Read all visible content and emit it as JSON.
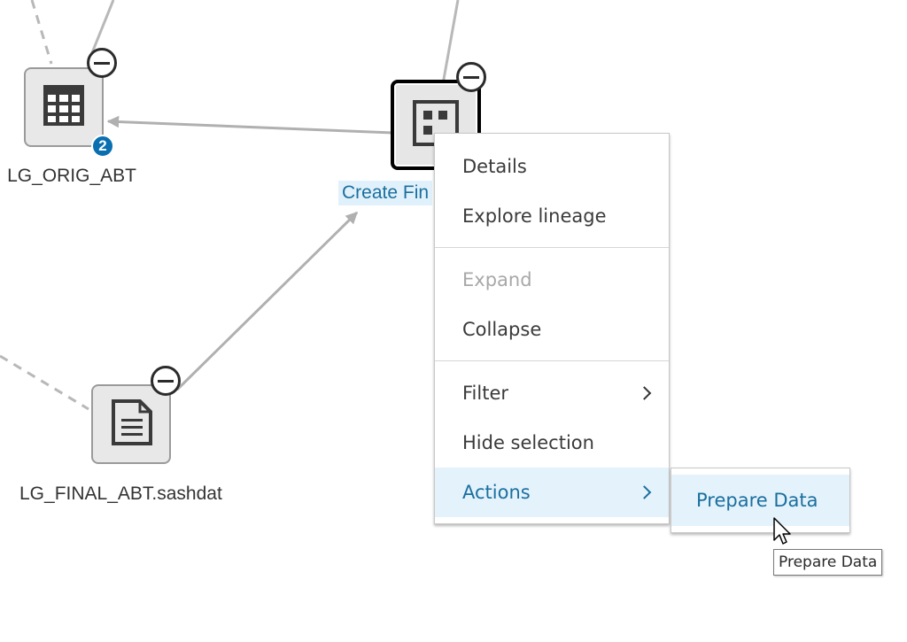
{
  "graph": {
    "nodes": {
      "orig_abt": {
        "label": "LG_ORIG_ABT",
        "icon": "table-icon",
        "badge": "2"
      },
      "create_final": {
        "label": "Create Fin",
        "icon": "job-icon",
        "selected": true
      },
      "final_sashdat": {
        "label": "LG_FINAL_ABT.sashdat",
        "icon": "document-icon"
      }
    }
  },
  "context_menu": {
    "items": [
      {
        "label": "Details"
      },
      {
        "label": "Explore lineage"
      },
      {
        "label": "Expand",
        "disabled": true
      },
      {
        "label": "Collapse"
      },
      {
        "label": "Filter",
        "submenu": true
      },
      {
        "label": "Hide selection"
      },
      {
        "label": "Actions",
        "submenu": true,
        "active": true
      }
    ]
  },
  "submenu": {
    "items": [
      {
        "label": "Prepare Data",
        "active": true
      }
    ]
  },
  "tooltip": {
    "text": "Prepare Data"
  },
  "colors": {
    "accent": "#1a6f9f",
    "highlight_bg": "#e4f2fb",
    "badge": "#0a6fb0"
  }
}
